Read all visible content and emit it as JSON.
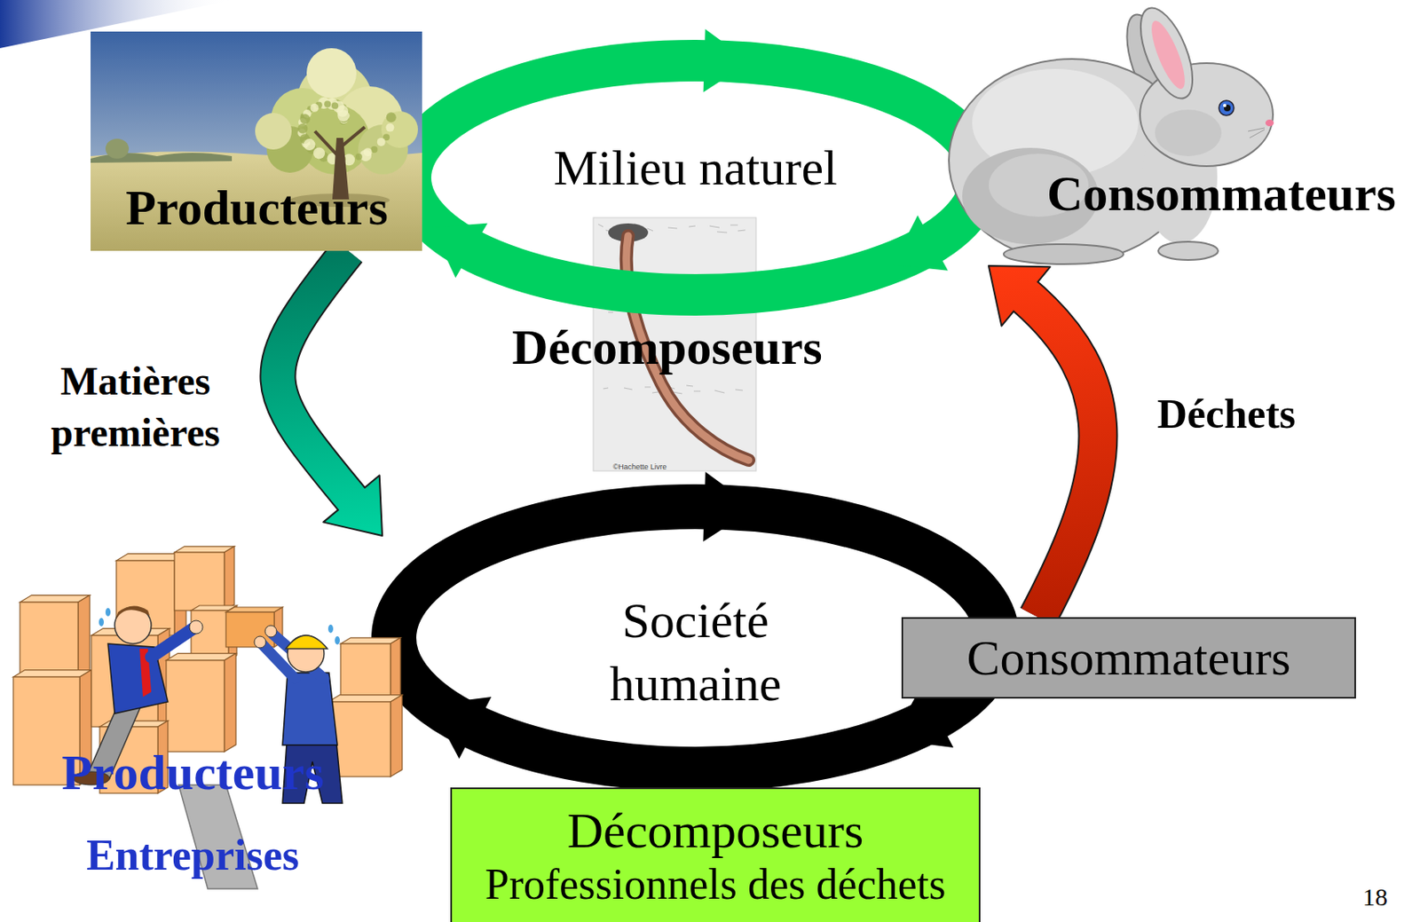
{
  "diagram": {
    "nodes": [
      {
        "text": [
          "Producteurs"
        ]
      },
      {
        "text": [
          "Milieu naturel"
        ]
      },
      {
        "text": [
          "Consommateurs"
        ]
      },
      {
        "text": [
          "Décomposeurs"
        ]
      },
      {
        "text": [
          "Société humaine"
        ]
      },
      {
        "text": [
          "Producteurs",
          "Entreprises"
        ]
      },
      {
        "text": [
          "Consommateurs"
        ]
      },
      {
        "text": [
          "Décomposeurs",
          "Professionnels des déchets"
        ]
      }
    ],
    "edges": [
      {
        "from": 0,
        "to": 5,
        "arrow": "to",
        "label": "Matières premières"
      },
      {
        "from": 6,
        "to": 2,
        "arrow": "to",
        "label": "Déchets"
      }
    ],
    "labels": [
      "©Hachette Livre",
      "18"
    ]
  }
}
